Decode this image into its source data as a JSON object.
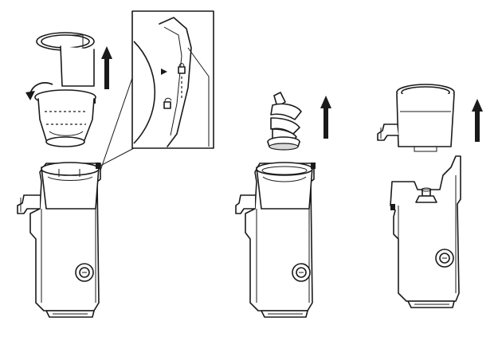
{
  "figure": {
    "steps": [
      {
        "id": "step-1",
        "action": "lift",
        "parts": [
          "juicing-drum",
          "strainer"
        ],
        "rotation_hint": "counter-clockwise",
        "has_detail_inset": true
      },
      {
        "id": "step-2",
        "action": "lift",
        "parts": [
          "auger"
        ]
      },
      {
        "id": "step-3",
        "action": "lift",
        "parts": [
          "juicing-drum"
        ]
      }
    ],
    "inset": {
      "lock_symbols": [
        "lock-closed-icon",
        "lock-open-icon"
      ],
      "indicator": "triangle-pointer-icon"
    },
    "colors": {
      "line": "#1a1a1a",
      "fill": "#ffffff",
      "shade": "#d9d9d9"
    }
  }
}
